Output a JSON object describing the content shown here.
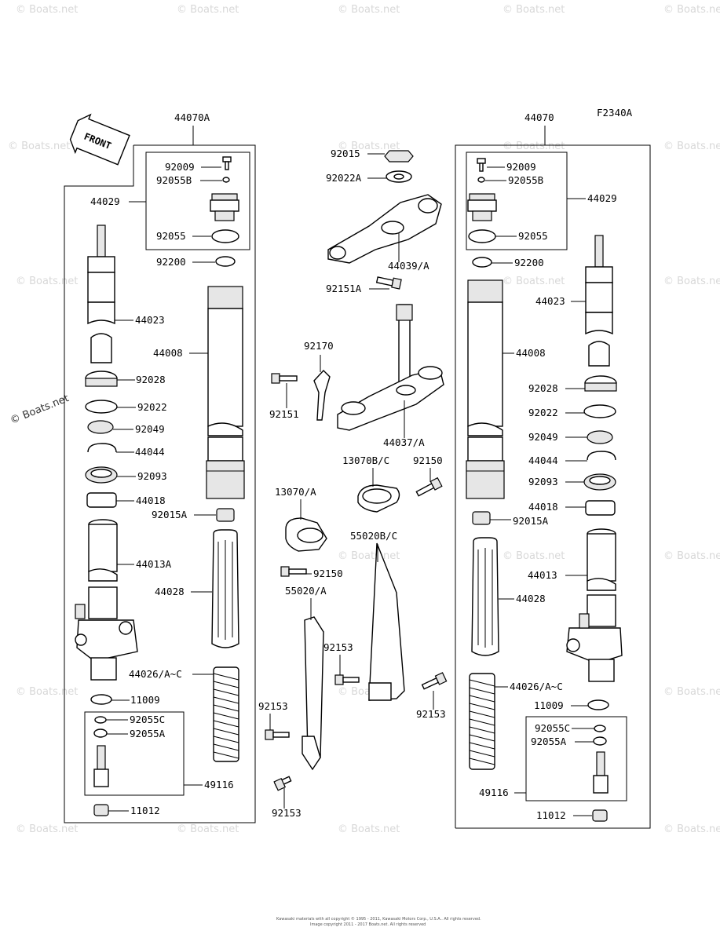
{
  "figure_code": "F2340A",
  "front_label": "FRONT",
  "watermark": "© Boats.net",
  "footer_line1": "Kawasaki materials with all copyright © 1995 - 2011, Kawasaki Motors Corp., U.S.A.. All rights reserved.",
  "footer_line2": "Image copyright 2011 - 2017 Boats.net. All rights reserved",
  "left_fork": {
    "assembly": "44070A",
    "parts": [
      "92009",
      "92055B",
      "44029",
      "92055",
      "92200",
      "44023",
      "44008",
      "92028",
      "92022",
      "92049",
      "44044",
      "92093",
      "44018",
      "92015A",
      "44013A",
      "44028",
      "44026/A~C",
      "11009",
      "92055C",
      "92055A",
      "49116",
      "11012"
    ]
  },
  "center": {
    "parts": [
      "92015",
      "92022A",
      "44039/A",
      "92151A",
      "92170",
      "92151",
      "44037/A",
      "13070B/C",
      "92150",
      "13070/A",
      "92150",
      "55020B/C",
      "55020/A",
      "92153",
      "92153",
      "92153",
      "92153"
    ]
  },
  "right_fork": {
    "assembly": "44070",
    "parts": [
      "92009",
      "92055B",
      "44029",
      "92055",
      "92200",
      "44023",
      "44008",
      "92028",
      "92022",
      "92049",
      "44044",
      "92093",
      "44018",
      "92015A",
      "44013",
      "44028",
      "44026/A~C",
      "11009",
      "92055C",
      "92055A",
      "49116",
      "11012"
    ]
  }
}
